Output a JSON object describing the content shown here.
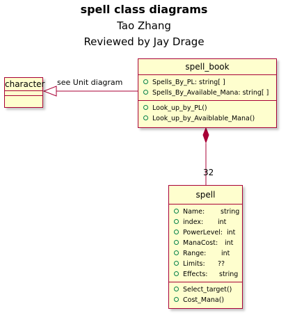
{
  "header": {
    "title": "spell class diagrams",
    "author": "Tao Zhang",
    "reviewer": "Reviewed by Jay Drage"
  },
  "classes": {
    "character": {
      "name": "character"
    },
    "spell_book": {
      "name": "spell_book",
      "attributes": [
        "Spells_By_PL: string[ ]",
        "Spells_By_Available_Mana: string[ ]"
      ],
      "methods": [
        "Look_up_by_PL()",
        "Look_up_by_Avaiblable_Mana()"
      ]
    },
    "spell": {
      "name": "spell",
      "attributes": [
        {
          "name": "Name:",
          "type": "string"
        },
        {
          "name": "index:",
          "type": "int"
        },
        {
          "name": "PowerLevel:",
          "type": "int"
        },
        {
          "name": "ManaCost:",
          "type": "int"
        },
        {
          "name": "Range:",
          "type": "int"
        },
        {
          "name": "Limits:",
          "type": "??"
        },
        {
          "name": "Effects:",
          "type": "string"
        }
      ],
      "methods": [
        "Select_target()",
        "Cost_Mana()"
      ]
    }
  },
  "relations": {
    "generalization_label": "see Unit diagram",
    "composition_multiplicity": "32"
  },
  "colors": {
    "border": "#A80036",
    "fill": "#FEFECE",
    "visibility": "#038048"
  }
}
